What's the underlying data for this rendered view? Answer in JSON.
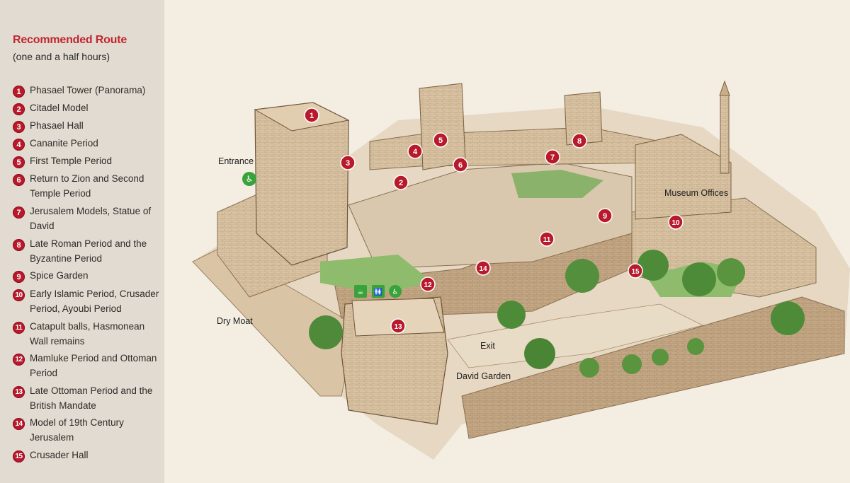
{
  "legend": {
    "title": "Recommended Route",
    "subtitle": "(one and a half hours)",
    "items": [
      {
        "num": "1",
        "label": "Phasael Tower (Panorama)"
      },
      {
        "num": "2",
        "label": "Citadel Model"
      },
      {
        "num": "3",
        "label": "Phasael Hall"
      },
      {
        "num": "4",
        "label": "Cananite Period"
      },
      {
        "num": "5",
        "label": "First Temple Period"
      },
      {
        "num": "6",
        "label": "Return to Zion and Second Temple Period"
      },
      {
        "num": "7",
        "label": "Jerusalem Models, Statue of David"
      },
      {
        "num": "8",
        "label": "Late Roman Period and the Byzantine Period"
      },
      {
        "num": "9",
        "label": "Spice Garden"
      },
      {
        "num": "10",
        "label": "Early Islamic Period, Crusader Period, Ayoubi Period"
      },
      {
        "num": "11",
        "label": "Catapult balls, Hasmonean Wall remains"
      },
      {
        "num": "12",
        "label": "Mamluke Period and Ottoman Period"
      },
      {
        "num": "13",
        "label": "Late Ottoman Period and the British Mandate"
      },
      {
        "num": "14",
        "label": "Model of 19th Century Jerusalem"
      },
      {
        "num": "15",
        "label": "Crusader Hall"
      }
    ]
  },
  "map": {
    "labels": {
      "entrance": "Entrance",
      "dry_moat": "Dry Moat",
      "museum_offices": "Museum Offices",
      "exit": "Exit",
      "david_garden": "David Garden"
    },
    "markers": [
      "1",
      "2",
      "3",
      "4",
      "5",
      "6",
      "7",
      "8",
      "9",
      "10",
      "11",
      "12",
      "13",
      "14",
      "15"
    ],
    "icons": [
      "wheelchair-icon",
      "cafe-icon",
      "restroom-icon",
      "wheelchair-icon"
    ]
  },
  "colors": {
    "title_red": "#c0262d",
    "marker_red": "#b8192b",
    "legend_bg": "#e2dbd1",
    "facility_green": "#3aa23a",
    "stone": "#d7c0a0"
  }
}
